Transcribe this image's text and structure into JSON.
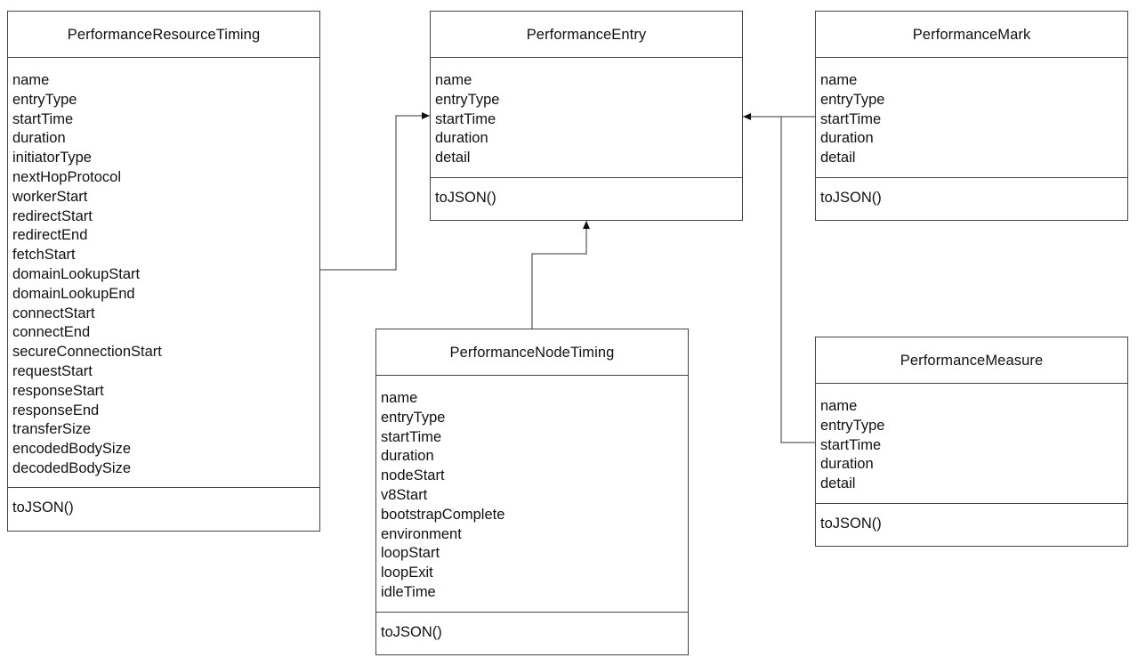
{
  "classes": {
    "resource": {
      "title": "PerformanceResourceTiming",
      "attributes": [
        "name",
        "entryType",
        "startTime",
        "duration",
        "initiatorType",
        "nextHopProtocol",
        "workerStart",
        "redirectStart",
        "redirectEnd",
        "fetchStart",
        "domainLookupStart",
        "domainLookupEnd",
        "connectStart",
        "connectEnd",
        "secureConnectionStart",
        "requestStart",
        "responseStart",
        "responseEnd",
        "transferSize",
        "encodedBodySize",
        "decodedBodySize"
      ],
      "methods": [
        "toJSON()"
      ]
    },
    "entry": {
      "title": "PerformanceEntry",
      "attributes": [
        "name",
        "entryType",
        "startTime",
        "duration",
        "detail"
      ],
      "methods": [
        "toJSON()"
      ]
    },
    "mark": {
      "title": "PerformanceMark",
      "attributes": [
        "name",
        "entryType",
        "startTime",
        "duration",
        "detail"
      ],
      "methods": [
        "toJSON()"
      ]
    },
    "node": {
      "title": "PerformanceNodeTiming",
      "attributes": [
        "name",
        "entryType",
        "startTime",
        "duration",
        "nodeStart",
        "v8Start",
        "bootstrapComplete",
        "environment",
        "loopStart",
        "loopExit",
        "idleTime"
      ],
      "methods": [
        "toJSON()"
      ]
    },
    "measure": {
      "title": "PerformanceMeasure",
      "attributes": [
        "name",
        "entryType",
        "startTime",
        "duration",
        "detail"
      ],
      "methods": [
        "toJSON()"
      ]
    }
  },
  "relations": [
    {
      "from": "PerformanceResourceTiming",
      "to": "PerformanceEntry",
      "type": "inheritance"
    },
    {
      "from": "PerformanceNodeTiming",
      "to": "PerformanceEntry",
      "type": "inheritance"
    },
    {
      "from": "PerformanceMark",
      "to": "PerformanceEntry",
      "type": "inheritance"
    },
    {
      "from": "PerformanceMeasure",
      "to": "PerformanceEntry",
      "type": "inheritance"
    }
  ],
  "colors": {
    "border": "#3f4652",
    "line": "#333333",
    "text": "#111111",
    "background": "#ffffff"
  }
}
